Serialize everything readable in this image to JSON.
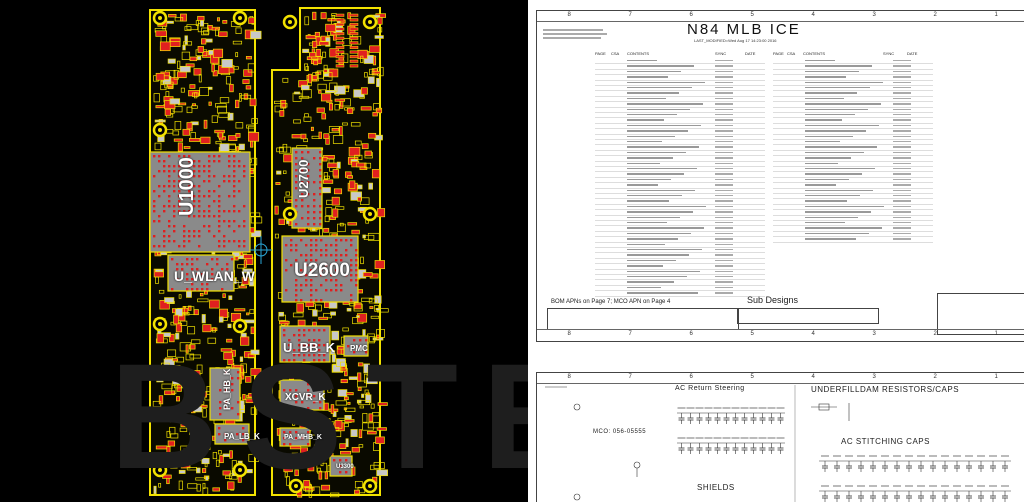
{
  "board": {
    "watermark": "BSTEC",
    "chips": {
      "u1000": "U1000",
      "u2700": "U2700",
      "u2600": "U2600",
      "u_wlan": "U_WLAN_W",
      "u_bb": "U_BB_K",
      "pmc": "PMC",
      "pa_hb": "PA_HB_K",
      "xcvr": "XCVR_K",
      "pa_lb": "PA_LB_K",
      "pa_mhb": "PA_MHB_K",
      "u3300": "U3300"
    },
    "colors": {
      "background": "#000000",
      "outline": "#f2e200",
      "pad_red": "#e02020",
      "chip_fill": "#8a8a8a",
      "crosshair": "#2aa6d6"
    }
  },
  "schematic": {
    "title": "N84 MLB ICE",
    "subtitle": "LAST_MODIFIED=Wed Aug 17 14:23:00 2016",
    "ruler_cols": [
      "8",
      "7",
      "6",
      "5",
      "4",
      "3",
      "2",
      "1"
    ],
    "toc_header": {
      "left": [
        "PAGE",
        "CSA",
        "CONTENTS",
        "SYNC",
        "DATE"
      ],
      "right": [
        "PAGE",
        "CSA",
        "CONTENTS",
        "SYNC",
        "DATE"
      ]
    },
    "bom_label": "BOM APNs on Page 7; MCO APN on Page 4",
    "sub_designs": "Sub Designs"
  },
  "schematic2": {
    "ac_return": "AC Return Steering",
    "underfill": "UNDERFILLDAM RESISTORS/CAPS",
    "mco": "MCO: 056-05555",
    "ac_stitching": "AC STITCHING CAPS",
    "shields": "SHIELDS"
  }
}
